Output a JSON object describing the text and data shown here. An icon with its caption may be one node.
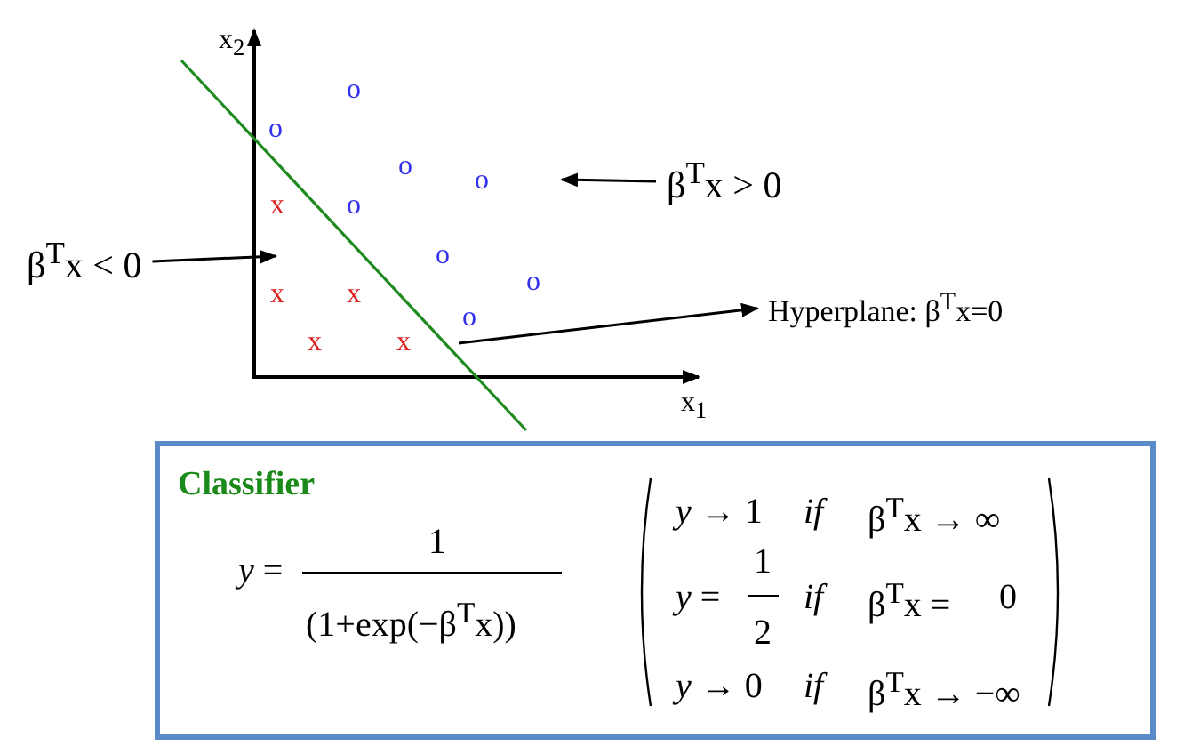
{
  "diagram": {
    "nodes": [
      {
        "text": [
          "β$^{T}$x > 0"
        ]
      },
      {
        "text": [
          "β$^{T}$x < 0"
        ]
      },
      {
        "text": [
          "Hyperplane: β$^{T}$x=0"
        ]
      },
      {
        "text": [
          "Classifier",
          "*y* =",
          "1",
          "(1+exp(−β$^{T}$x))",
          "*y* → 1",
          "*if*",
          "β$^{T}$x →  ∞",
          "*y* =",
          "1",
          "2",
          "*if*",
          "β$^{T}$x =",
          "0",
          "*y* → 0",
          "*if*",
          "β$^{T}$x → −∞"
        ]
      }
    ],
    "edges": [
      {
        "from": 0,
        "to": null,
        "arrow": "to"
      },
      {
        "from": 1,
        "to": null,
        "arrow": "to"
      },
      {
        "from": null,
        "to": 2,
        "arrow": "to"
      }
    ],
    "labels": [
      "x$_{2}$",
      "o",
      "o",
      "o",
      "o",
      "x",
      "o",
      "o",
      "o",
      "x",
      "x",
      "o",
      "x",
      "x",
      "x$_{1}$"
    ]
  }
}
